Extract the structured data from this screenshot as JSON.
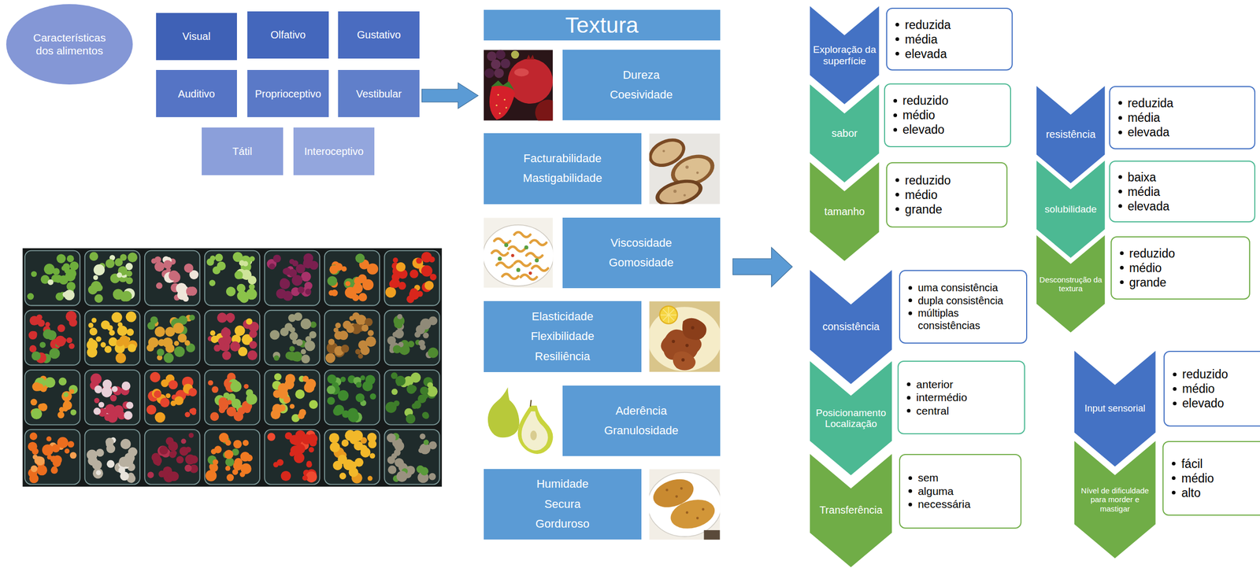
{
  "diagram": {
    "nodes": [
      {
        "text": [
          "Características dos alimentos"
        ]
      },
      {
        "text": [
          "Visual"
        ]
      },
      {
        "text": [
          "Olfativo"
        ]
      },
      {
        "text": [
          "Gustativo"
        ]
      },
      {
        "text": [
          "Auditivo"
        ]
      },
      {
        "text": [
          "Proprioceptivo"
        ]
      },
      {
        "text": [
          "Vestibular"
        ]
      },
      {
        "text": [
          "Tátil"
        ]
      },
      {
        "text": [
          "Interoceptivo"
        ]
      },
      {
        "text": [
          "Textura"
        ]
      },
      {
        "text": [
          "Dureza",
          "Coesividade"
        ]
      },
      {
        "text": [
          "Facturabilidade",
          "Mastigabilidade"
        ]
      },
      {
        "text": [
          "Viscosidade",
          "Gomosidade"
        ]
      },
      {
        "text": [
          "Elasticidade",
          "Flexibilidade",
          "Resiliência"
        ]
      },
      {
        "text": [
          "Aderência",
          "Granulosidade"
        ]
      },
      {
        "text": [
          "Humidade",
          "Secura",
          "Gorduroso"
        ]
      },
      {
        "text": [
          "Exploração da superfície"
        ]
      },
      {
        "text": [
          "reduzida",
          "média",
          "elevada"
        ]
      },
      {
        "text": [
          "sabor"
        ]
      },
      {
        "text": [
          "reduzido",
          "médio",
          "elevado"
        ]
      },
      {
        "text": [
          "tamanho"
        ]
      },
      {
        "text": [
          "reduzido",
          "médio",
          "grande"
        ]
      },
      {
        "text": [
          "consistência"
        ]
      },
      {
        "text": [
          "uma consistência",
          "dupla consistência",
          "múltiplas consistências"
        ]
      },
      {
        "text": [
          "Posicionamento",
          "Localização"
        ]
      },
      {
        "text": [
          "anterior",
          "intermédio",
          "central"
        ]
      },
      {
        "text": [
          "Transferência"
        ]
      },
      {
        "text": [
          "sem",
          "alguma",
          "necessária"
        ]
      },
      {
        "text": [
          "resistência"
        ]
      },
      {
        "text": [
          "reduzida",
          "média",
          "elevada"
        ]
      },
      {
        "text": [
          "solubilidade"
        ]
      },
      {
        "text": [
          "baixa",
          "média",
          "elevada"
        ]
      },
      {
        "text": [
          "Desconstrução da textura"
        ]
      },
      {
        "text": [
          "reduzido",
          "médio",
          "grande"
        ]
      },
      {
        "text": [
          "Input sensorial"
        ]
      },
      {
        "text": [
          "reduzido",
          "médio",
          "elevado"
        ]
      },
      {
        "text": [
          "Nível de dificuldade para morder e mastigar"
        ]
      },
      {
        "text": [
          "fácil",
          "médio",
          "alto"
        ]
      }
    ]
  }
}
